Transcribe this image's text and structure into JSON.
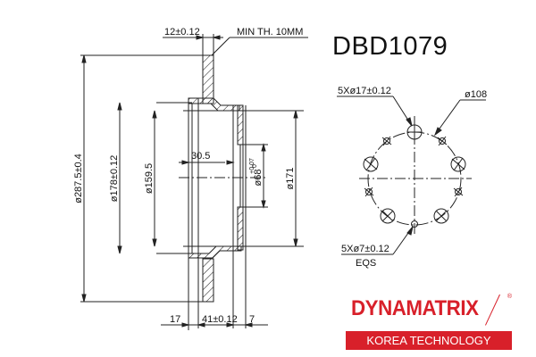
{
  "title": "DBD1079",
  "brand": {
    "name": "DYNAMATRIX",
    "registered": "®",
    "tagline": "KOREA TECHNOLOGY",
    "color": "#d8202a"
  },
  "side_view": {
    "dims": {
      "outer_diameter": "ø287.5±0.4",
      "hat_diameter": "ø178±0.12",
      "inner_diameter": "ø159.5",
      "hub_depth": "30.5",
      "center_bore": "ø68",
      "center_bore_tol_upper": "+0.07",
      "center_bore_tol_lower": "0",
      "hat_outer_diameter": "ø171",
      "disc_thickness": "12±0.12",
      "min_thickness": "MIN TH. 10MM",
      "offset_17": "17",
      "height_41": "41±0.12",
      "flange_7": "7"
    }
  },
  "front_view": {
    "large_holes": "5Xø17±0.12",
    "pcd": "ø108",
    "small_holes": "5Xø7±0.12",
    "small_holes_note": "EQS"
  }
}
